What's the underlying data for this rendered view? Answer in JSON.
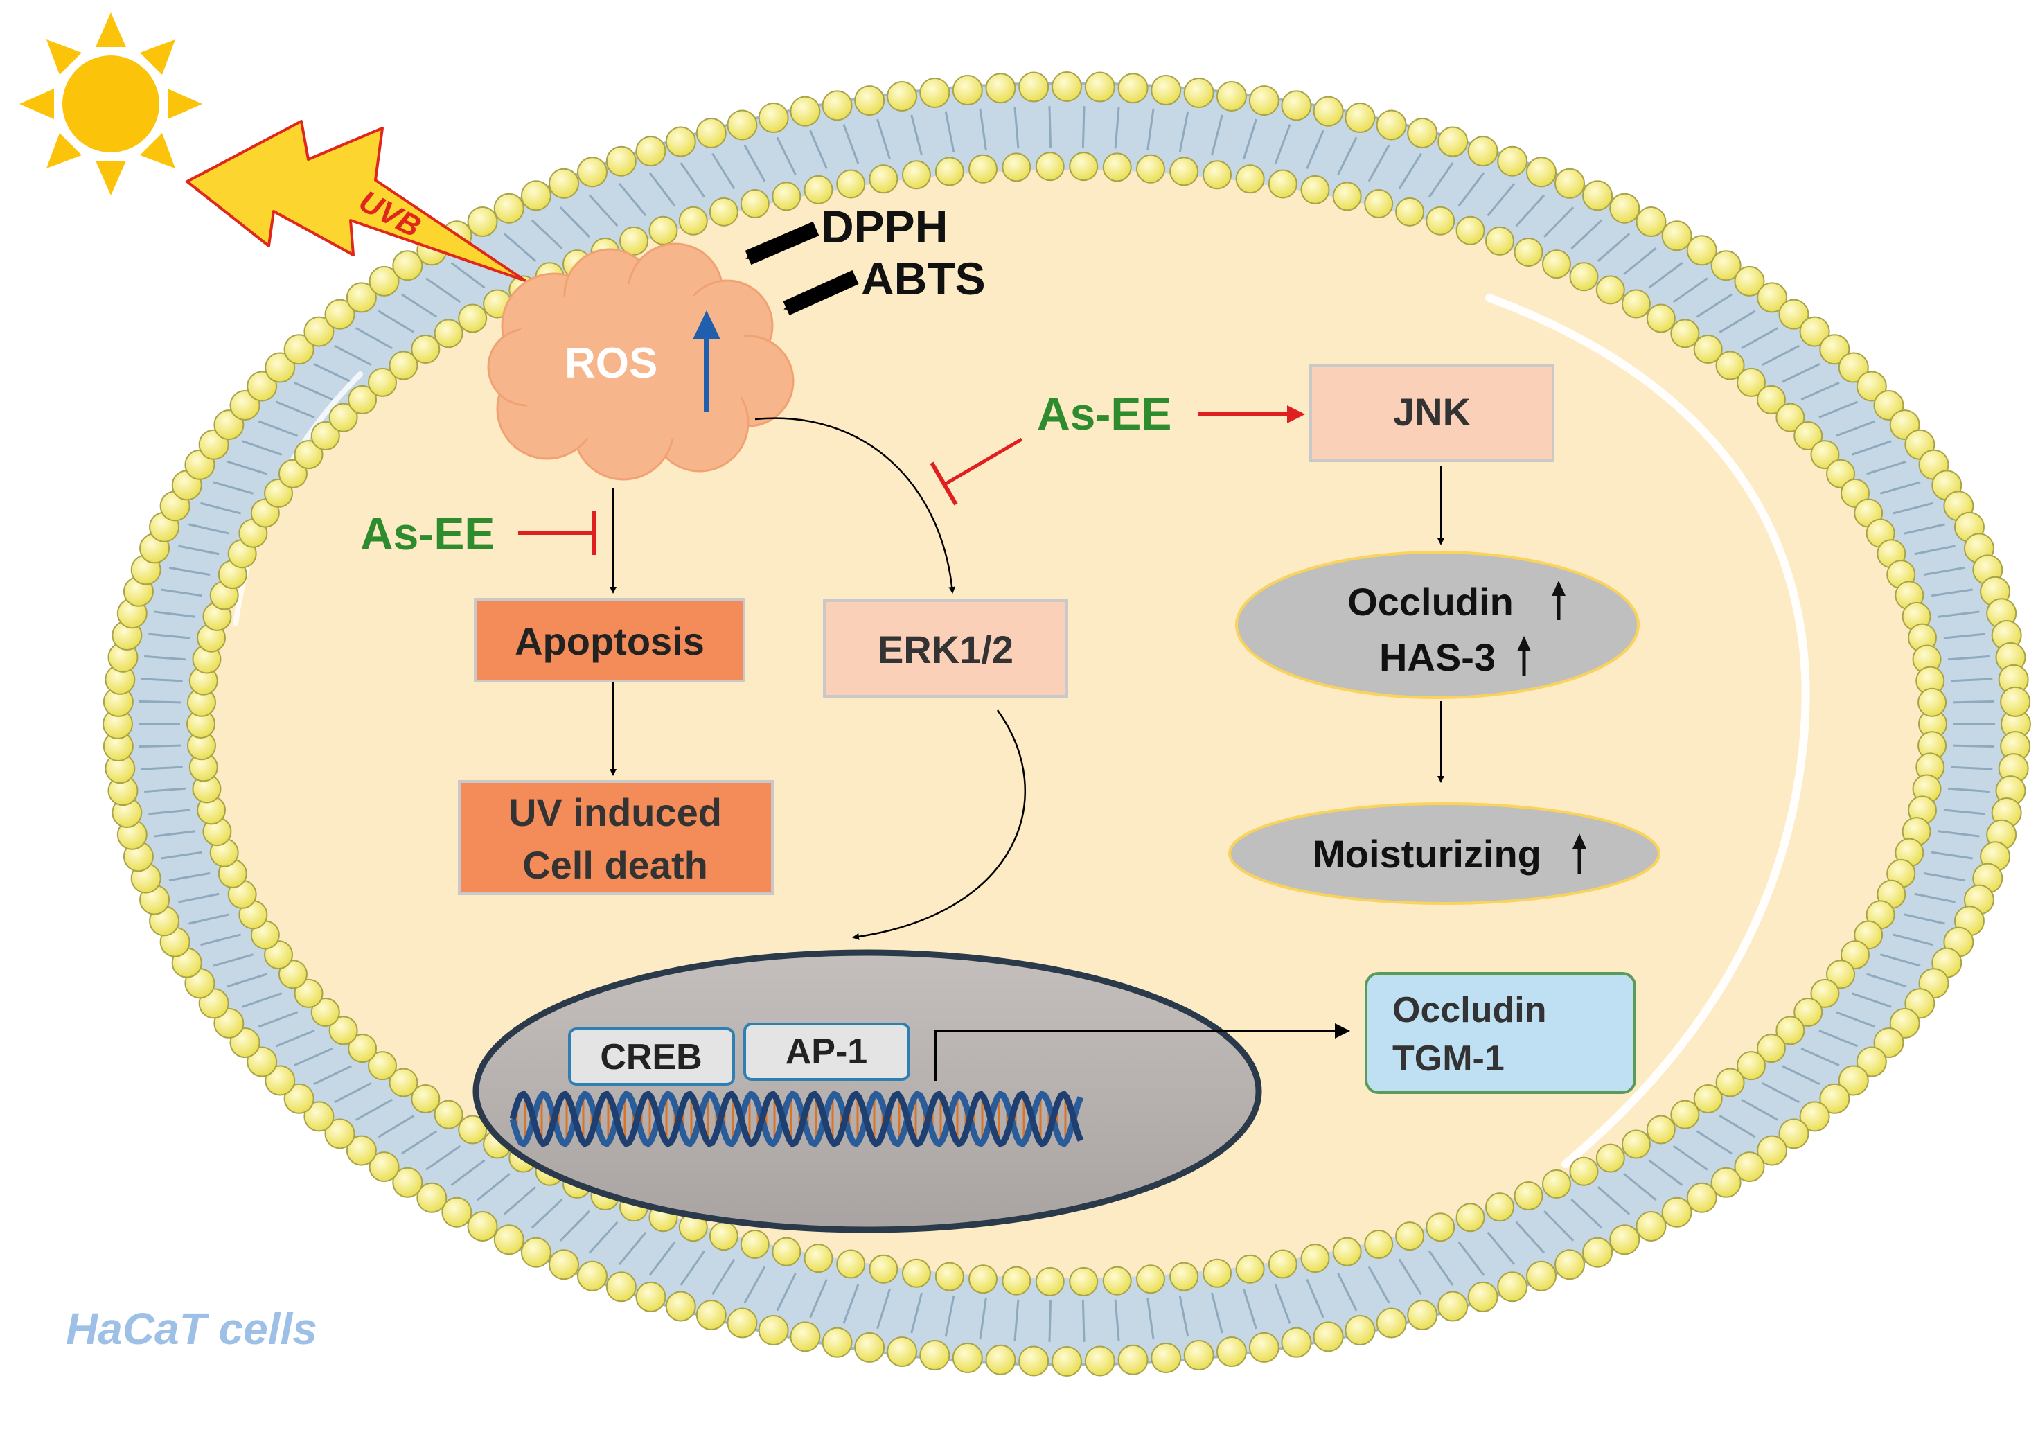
{
  "labels": {
    "uvb": "UVB",
    "dpph": "DPPH",
    "abts": "ABTS",
    "ros": "ROS",
    "as_ee_left": "As-EE",
    "as_ee_top": "As-EE",
    "jnk": "JNK",
    "apoptosis": "Apoptosis",
    "erk": "ERK1/2",
    "uv_death_line1": "UV induced",
    "uv_death_line2": "Cell death",
    "occludin_has3_line1": "Occludin",
    "occludin_has3_line2": "HAS-3",
    "moisturizing": "Moisturizing",
    "creb": "CREB",
    "ap1": "AP-1",
    "target_line1": "Occludin",
    "target_line2": "TGM-1",
    "cell_type": "HaCaT cells"
  },
  "colors": {
    "cytoplasm": "#fcebc4",
    "membrane_bead": "#f5ef8a",
    "membrane_band": "#c6d8e6",
    "ros_cloud": "#f7b58b",
    "apoptosis_box": "#f48c5a",
    "erk_box": "#fbd0b8",
    "jnk_box": "#fbd0b8",
    "gray_ellipse": "#bfbfbf",
    "nucleus": "#b4afad",
    "target_box": "#bfe0f3",
    "as_ee_text": "#2e8b2e",
    "inhibit_line": "#e02020",
    "up_arrow_blue": "#1f5fae",
    "cell_label": "#9ec0e6",
    "sun": "#fcc30b"
  },
  "icons": {
    "sun": "sun-icon",
    "uvb_bolt": "lightning-bolt-icon",
    "dna": "dna-helix-icon"
  }
}
